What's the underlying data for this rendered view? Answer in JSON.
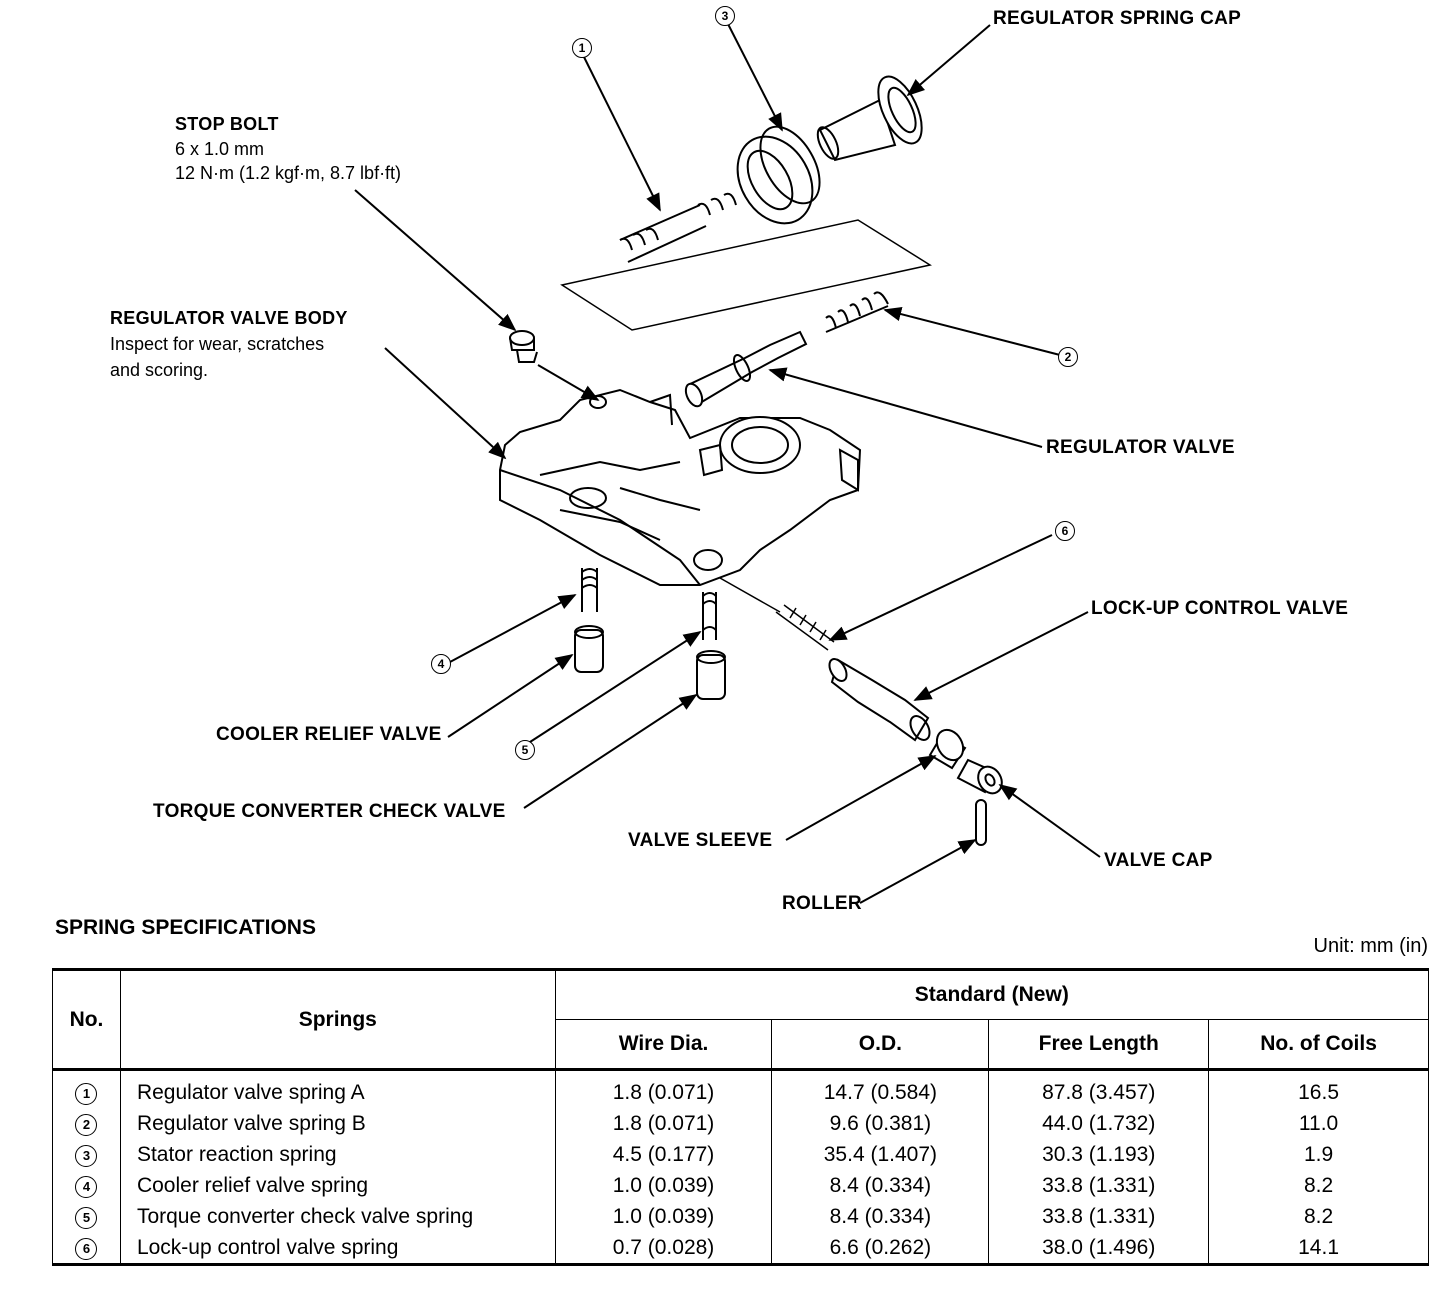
{
  "labels": {
    "regulator_spring_cap": "REGULATOR SPRING CAP",
    "stop_bolt": "STOP BOLT",
    "stop_bolt_size": "6 x 1.0 mm",
    "stop_bolt_torque": "12 N·m (1.2 kgf·m, 8.7 lbf·ft)",
    "regulator_valve_body": "REGULATOR VALVE BODY",
    "regulator_valve_body_note1": "Inspect for wear, scratches",
    "regulator_valve_body_note2": "and scoring.",
    "regulator_valve": "REGULATOR VALVE",
    "lock_up_control_valve": "LOCK-UP CONTROL VALVE",
    "cooler_relief_valve": "COOLER RELIEF VALVE",
    "torque_converter_check_valve": "TORQUE CONVERTER CHECK VALVE",
    "valve_sleeve": "VALVE SLEEVE",
    "valve_cap": "VALVE CAP",
    "roller": "ROLLER"
  },
  "callouts": {
    "c1": "1",
    "c2": "2",
    "c3": "3",
    "c4": "4",
    "c5": "5",
    "c6": "6"
  },
  "spec": {
    "title": "SPRING SPECIFICATIONS",
    "unit": "Unit: mm (in)",
    "headers": {
      "no": "No.",
      "springs": "Springs",
      "standard": "Standard (New)",
      "wire_dia": "Wire Dia.",
      "od": "O.D.",
      "free_length": "Free Length",
      "coils": "No. of Coils"
    },
    "rows": [
      {
        "no": "1",
        "name": "Regulator valve spring A",
        "wire": "1.8 (0.071)",
        "od": "14.7 (0.584)",
        "free": "87.8 (3.457)",
        "coils": "16.5"
      },
      {
        "no": "2",
        "name": "Regulator valve spring B",
        "wire": "1.8 (0.071)",
        "od": "9.6 (0.381)",
        "free": "44.0 (1.732)",
        "coils": "11.0"
      },
      {
        "no": "3",
        "name": "Stator reaction spring",
        "wire": "4.5 (0.177)",
        "od": "35.4 (1.407)",
        "free": "30.3 (1.193)",
        "coils": "1.9"
      },
      {
        "no": "4",
        "name": "Cooler relief valve spring",
        "wire": "1.0 (0.039)",
        "od": "8.4 (0.334)",
        "free": "33.8 (1.331)",
        "coils": "8.2"
      },
      {
        "no": "5",
        "name": "Torque converter check valve spring",
        "wire": "1.0 (0.039)",
        "od": "8.4 (0.334)",
        "free": "33.8 (1.331)",
        "coils": "8.2"
      },
      {
        "no": "6",
        "name": "Lock-up control valve spring",
        "wire": "0.7 (0.028)",
        "od": "6.6 (0.262)",
        "free": "38.0 (1.496)",
        "coils": "14.1"
      }
    ]
  }
}
